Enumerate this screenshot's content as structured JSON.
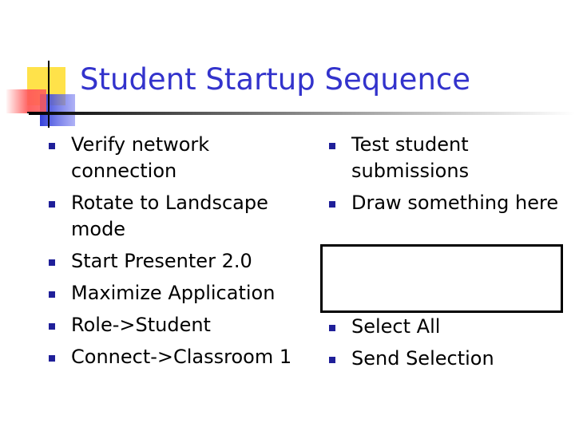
{
  "slide": {
    "title": "Student Startup Sequence"
  },
  "left_bullets": [
    {
      "text": "Verify network connection"
    },
    {
      "text": "Rotate to Landscape mode"
    },
    {
      "text": "Start Presenter 2.0"
    },
    {
      "text": "Maximize Application"
    },
    {
      "text": "Role->Student"
    },
    {
      "text": "Connect->Classroom 1"
    }
  ],
  "right_bullets_top": [
    {
      "text": "Test student submissions"
    },
    {
      "text": "Draw something here"
    }
  ],
  "right_bullets_bottom": [
    {
      "text": "Select All"
    },
    {
      "text": "Send Selection"
    }
  ],
  "colors": {
    "title": "#3333cc",
    "bullet": "#1f1f99",
    "logo_yellow": "#ffe24a",
    "logo_red": "#ff5a5a",
    "logo_blue": "#3340d9"
  },
  "icons": {
    "bullet": "square-bullet-icon",
    "logo": "decorative-squares-logo"
  }
}
